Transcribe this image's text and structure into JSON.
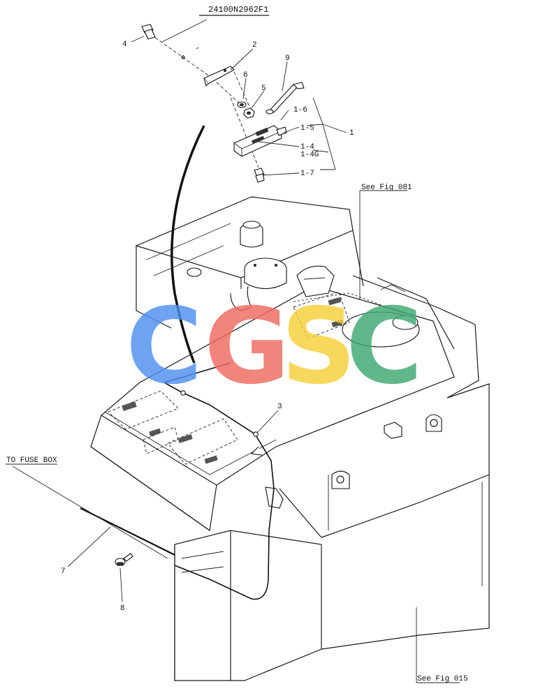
{
  "drawing_number": "24100N2962F1",
  "callouts": {
    "c1": "1",
    "c1_4": "1-4",
    "c1_4g": "1-4G",
    "c1_5": "1-5",
    "c1_6": "1-6",
    "c1_7": "1-7",
    "c2": "2",
    "c3": "3",
    "c4": "4",
    "c5": "5",
    "c6": "6",
    "c7": "7",
    "c8": "8",
    "c9": "9"
  },
  "references": {
    "fig_081": "See Fig 081",
    "fig_015": "See Fig 015",
    "fuse_box": "TO FUSE BOX"
  },
  "watermark": {
    "letters": [
      "C",
      "G",
      "S",
      "C"
    ],
    "colors": [
      "#4f8ff0",
      "#ee6b60",
      "#f7cf3a",
      "#3fa870"
    ]
  }
}
